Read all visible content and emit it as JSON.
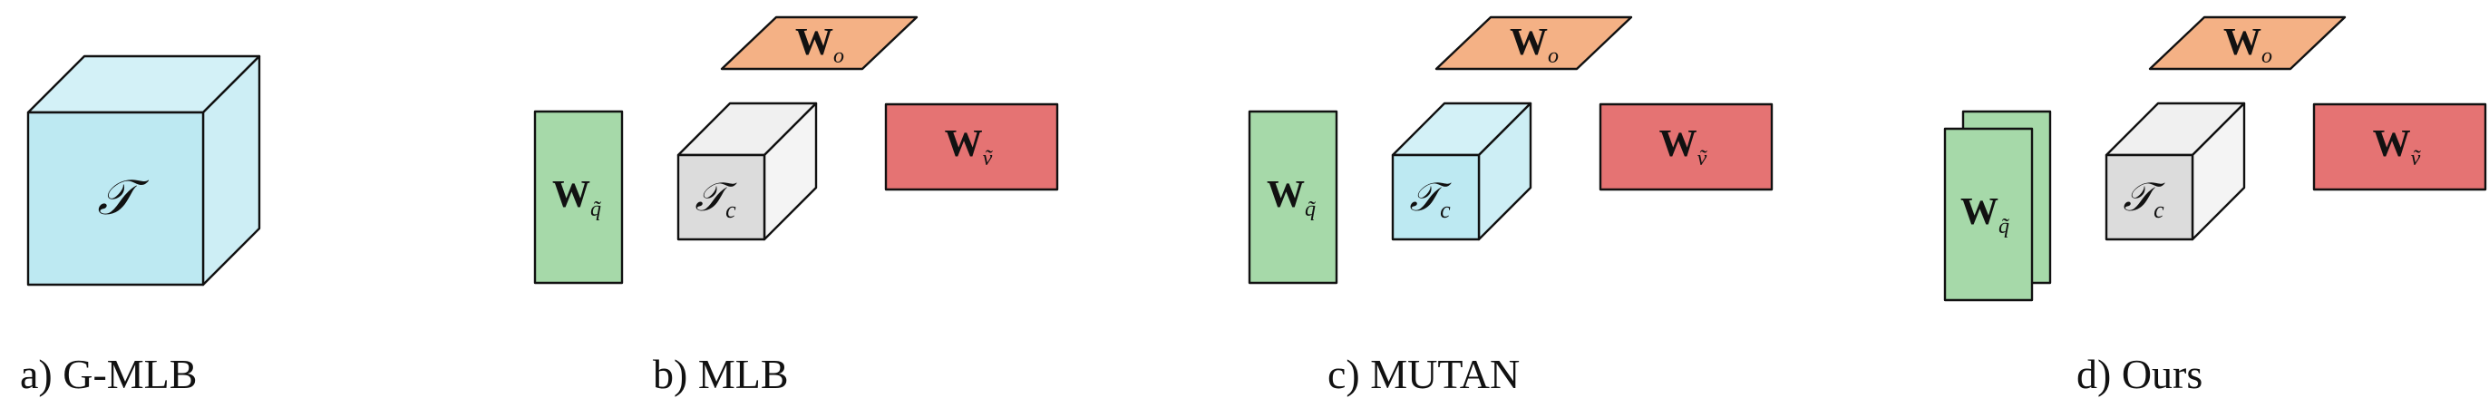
{
  "panels": [
    {
      "caption": "a) G-MLB",
      "tensor": "𝒯"
    },
    {
      "caption": "b) MLB",
      "tensor": "𝒯",
      "tensor_sub": "c",
      "w_o": "W",
      "w_o_sub": "o",
      "w_q": "W",
      "w_q_sub": "q̃",
      "w_v": "W",
      "w_v_sub": "ṽ"
    },
    {
      "caption": "c) MUTAN",
      "tensor": "𝒯",
      "tensor_sub": "c",
      "w_o": "W",
      "w_o_sub": "o",
      "w_q": "W",
      "w_q_sub": "q̃",
      "w_v": "W",
      "w_v_sub": "ṽ"
    },
    {
      "caption": "d) Ours",
      "tensor": "𝒯",
      "tensor_sub": "c",
      "w_o": "W",
      "w_o_sub": "o",
      "w_q": "W",
      "w_q_sub": "q̃",
      "w_v": "W",
      "w_v_sub": "ṽ"
    }
  ],
  "colors": {
    "cube_cyan_front": "#bde9f2",
    "cube_cyan_top": "#d3f1f7",
    "cube_cyan_side": "#cdeef5",
    "cube_gray_front": "#dcdcdc",
    "cube_gray_top": "#f0f0f0",
    "cube_gray_side": "#f4f4f4",
    "w_q_green": "#a6d9a9",
    "w_v_red": "#e57373",
    "w_o_orange": "#f4b185"
  }
}
